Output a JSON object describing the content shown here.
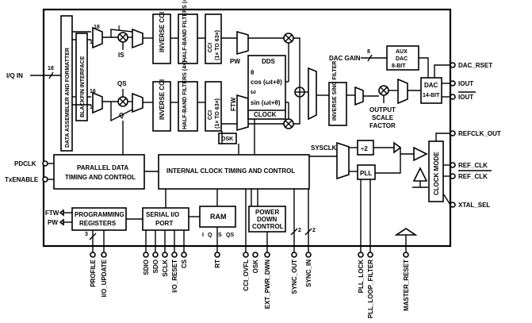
{
  "blocks": {
    "data_assembler": "DATA ASSEMBLER AND FORMATTER",
    "blackfin": "BLACKFIN INTERFACE",
    "inverse_cci": "INVERSE CCI",
    "half_band": "HALF-BAND FILTERS (4×)",
    "cci_1": "CCI",
    "cci_2": "(1× TO 63×)",
    "dds": "DDS",
    "dds_theta": "θ",
    "dds_cos": "cos (ωt+θ)",
    "dds_omega": "ω",
    "dds_sin": "sin (ωt+θ)",
    "clock": "CLOCK",
    "inv_sinc": "INVERSE SINC FILTER",
    "aux_dac_1": "AUX",
    "aux_dac_2": "DAC",
    "aux_dac_3": "8-BIT",
    "dac_gain": "DAC GAIN",
    "dac_1": "DAC",
    "dac_2": "14-BIT",
    "output_scale_1": "OUTPUT",
    "output_scale_2": "SCALE",
    "output_scale_3": "FACTOR",
    "parallel_1": "PARALLEL DATA",
    "parallel_2": "TIMING AND CONTROL",
    "internal_clock": "INTERNAL CLOCK TIMING AND CONTROL",
    "sysclk": "SYSCLK",
    "div2": "÷2",
    "pll": "PLL",
    "clock_mode": "CLOCK MODE",
    "programming_1": "PROGRAMMING",
    "programming_2": "REGISTERS",
    "serial_1": "SERIAL I/O",
    "serial_2": "PORT",
    "ram": "RAM",
    "power_1": "POWER",
    "power_2": "DOWN",
    "power_3": "CONTROL",
    "osk_box": "OSK"
  },
  "signals": {
    "iq_in": "I/Q IN",
    "bus18": "18",
    "bus16a": "16",
    "bus16b": "16",
    "bus18b": "18",
    "bus16c": "16",
    "bus8": "8",
    "bus3": "3",
    "bus2a": "2",
    "bus2b": "2",
    "i": "I",
    "is": "IS",
    "qs": "QS",
    "q": "Q",
    "pw": "PW",
    "ftw": "FTW",
    "pdclk": "PDCLK",
    "txenable": "TxENABLE",
    "ftw_left": "FTW",
    "pw_left": "PW",
    "dac_rset": "DAC_RSET",
    "iout": "IOUT",
    "iout_bar": "IOUT",
    "refclk_out": "REFCLK_OUT",
    "ref_clk": "REF_CLK",
    "ref_clk_bar": "REF_CLK",
    "xtal_sel": "XTAL_SEL",
    "ram_i": "I",
    "ram_q": "Q",
    "ram_is": "IS",
    "ram_qs": "QS"
  },
  "pins_bottom": [
    "PROFILE",
    "I/O_UPDATE",
    "SDIO",
    "SDO",
    "SCLK",
    "I/O_RESET",
    "CS",
    "RT",
    "CCI_OVFL",
    "OSK",
    "EXT_PWR_DWN",
    "SYNC_OUT",
    "SYNC_IN",
    "PLL_LOCK",
    "PLL_LOOP_FILTER",
    "MASTER_RESET"
  ]
}
